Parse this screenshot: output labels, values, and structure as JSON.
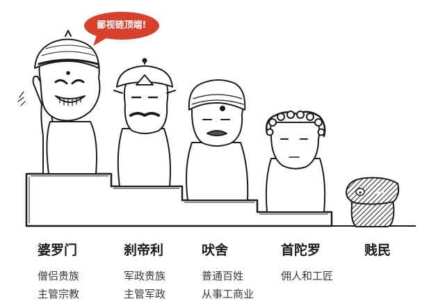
{
  "bubble": {
    "text": "鄙视链顶端!",
    "color": "#d8402b"
  },
  "castes": [
    {
      "name": "婆罗门",
      "desc": [
        "僧侣贵族",
        "主管宗教"
      ]
    },
    {
      "name": "刹帝利",
      "desc": [
        "军政贵族",
        "主管军政"
      ]
    },
    {
      "name": "吠舍",
      "desc": [
        "普通百姓",
        "从事工商业"
      ]
    },
    {
      "name": "首陀罗",
      "desc": [
        "佣人和工匠"
      ]
    },
    {
      "name": "贱民",
      "desc": []
    }
  ],
  "colors": {
    "line": "#1a1a1a",
    "background": "#ffffff",
    "hatch": "#333333"
  }
}
